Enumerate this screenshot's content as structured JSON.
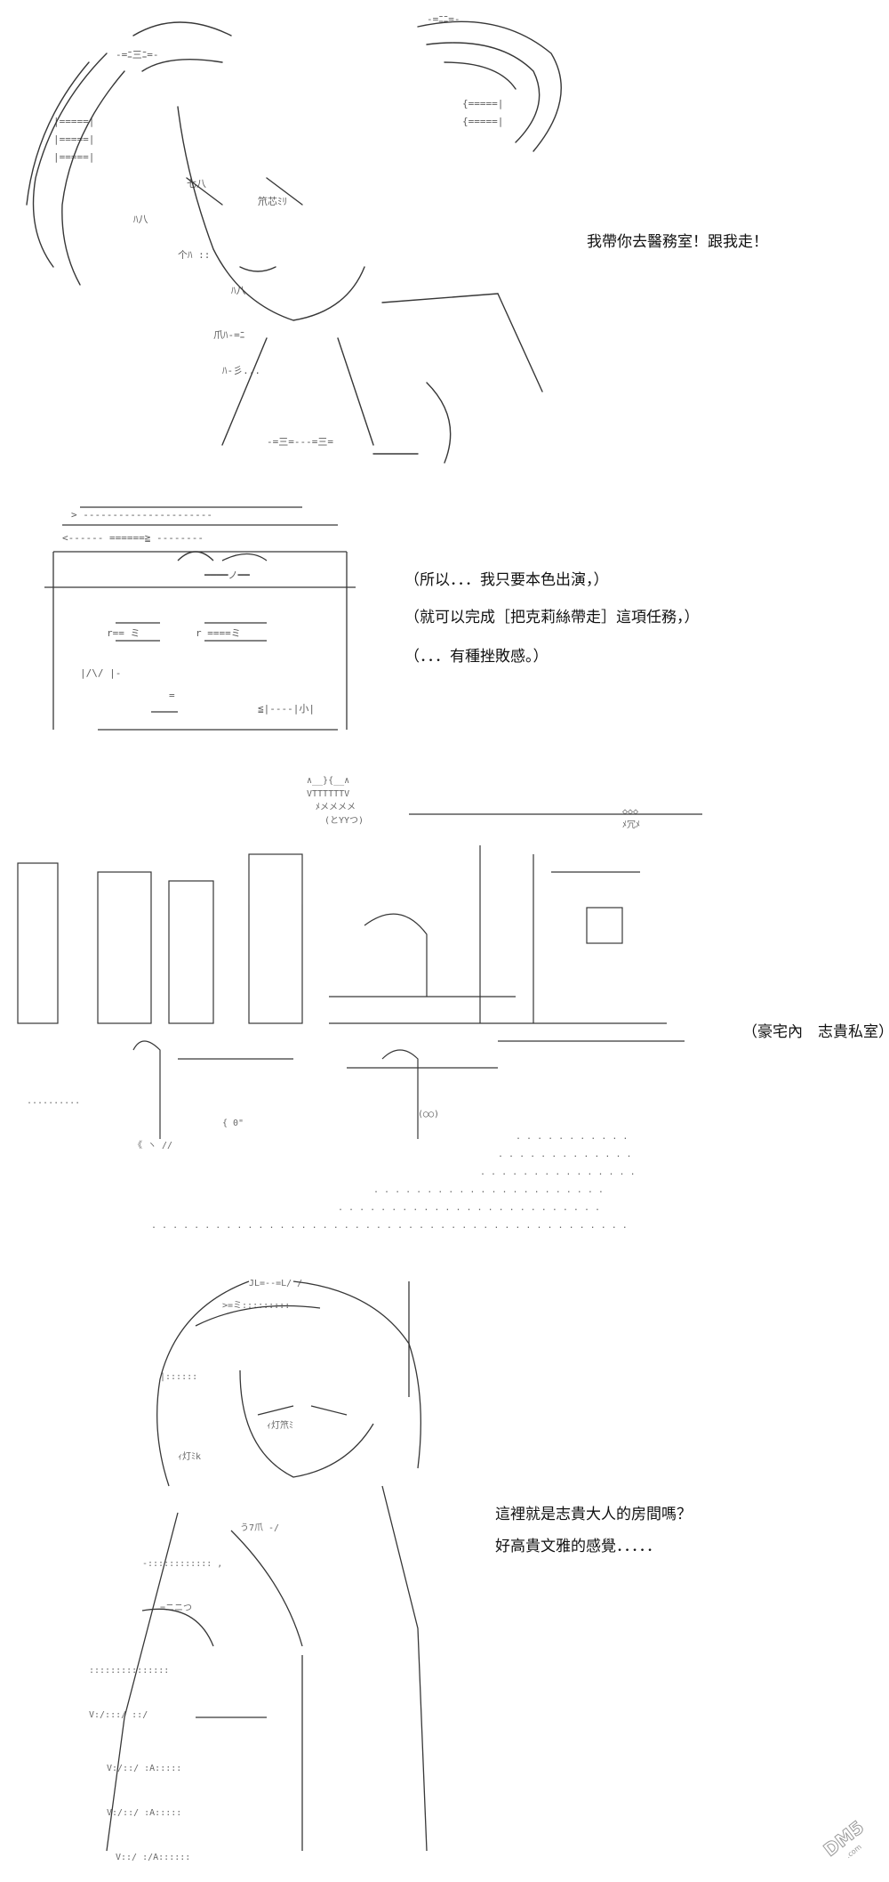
{
  "panels": [
    {
      "id": "panel-1",
      "dialogue": [
        "我帶你去醫務室！跟我走！"
      ]
    },
    {
      "id": "panel-2",
      "dialogue": [
        "（所以．．．我只要本色出演，）",
        "（就可以完成［把克莉絲帶走］這項任務，）",
        "（．．．有種挫敗感。）"
      ]
    },
    {
      "id": "panel-3",
      "dialogue": [
        "（豪宅內　志貴私室）"
      ]
    },
    {
      "id": "panel-4",
      "dialogue": [
        "這裡就是志貴大人的房間嗎？",
        "好高貴文雅的感覺．．．．．"
      ]
    }
  ],
  "watermark": {
    "text": "DM5.com"
  },
  "colors": {
    "background": "#ffffff",
    "ink": "#111111",
    "watermark": "#999999"
  }
}
